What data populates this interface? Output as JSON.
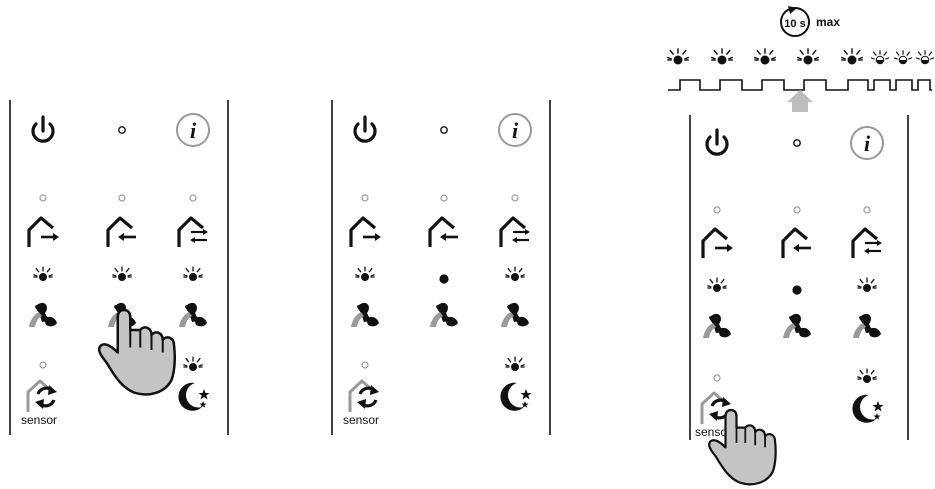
{
  "panels": [
    {
      "id": "left",
      "led_states": {
        "vent_out": "off",
        "vent_in": "off",
        "vent_cross": "off",
        "sensor": "off"
      },
      "fan_rays": [
        true,
        true,
        true
      ],
      "night_rays": true,
      "sensor_label": "sensor",
      "touch": "fan-2"
    },
    {
      "id": "middle",
      "led_states": {
        "vent_out": "off",
        "vent_in": "off",
        "vent_cross": "off",
        "sensor": "off"
      },
      "fan_rays": [
        true,
        false,
        true
      ],
      "night_rays": true,
      "sensor_label": "sensor",
      "touch": "none"
    },
    {
      "id": "right",
      "led_states": {
        "vent_out": "off",
        "vent_in": "off",
        "vent_cross": "off",
        "sensor": "off"
      },
      "fan_rays": [
        true,
        false,
        true
      ],
      "night_rays": true,
      "sensor_label": "sensor",
      "touch": "sensor"
    }
  ],
  "timing": {
    "duration_label": "10 s",
    "max_label": "max",
    "blink_count": 8
  },
  "colors": {
    "ink": "#111111",
    "gray": "#9a9a9a",
    "hand_fill": "#c4c4c4",
    "arrow_fill": "#bdbdbd"
  }
}
